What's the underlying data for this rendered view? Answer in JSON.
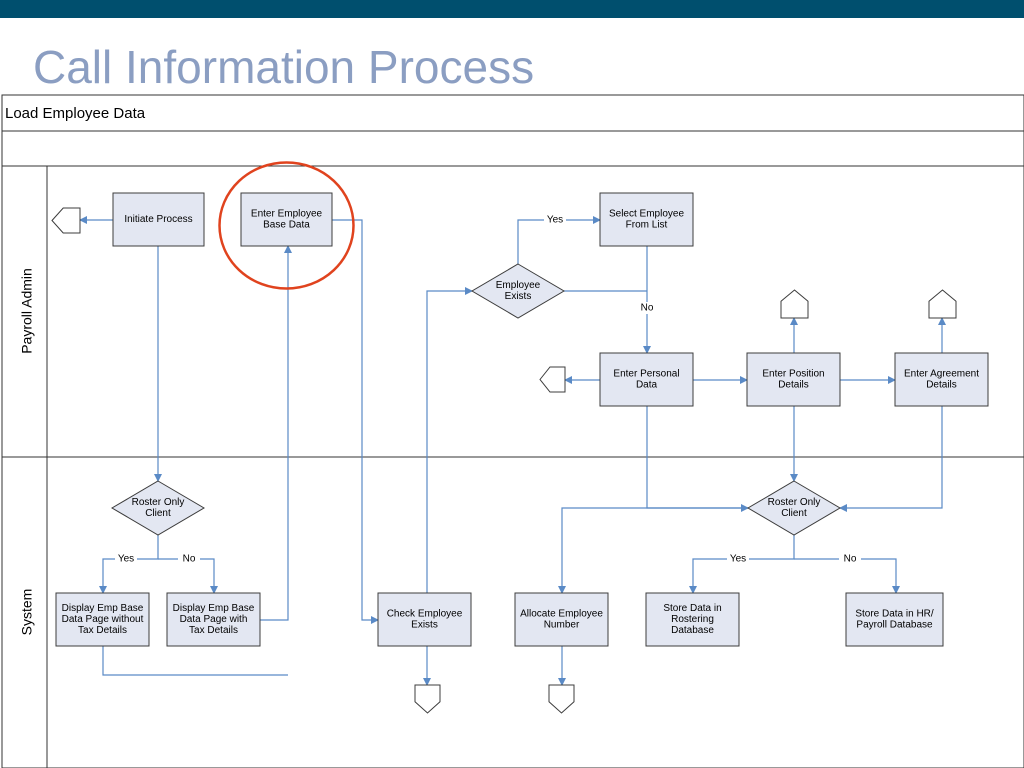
{
  "header": {
    "title": "Call Information Process"
  },
  "colors": {
    "topbar": "#004f6e",
    "title": "#8b9ec2",
    "shape_fill": "#e3e7f2",
    "shape_stroke": "#3c3c3c",
    "connector": "#5a8ac6",
    "highlight": "#e0431e",
    "frame": "#333333"
  },
  "pool": {
    "title": "Load Employee Data"
  },
  "lanes": [
    {
      "id": "payroll-admin",
      "label": "Payroll Admin"
    },
    {
      "id": "system",
      "label": "System"
    }
  ],
  "nodes": [
    {
      "id": "initiate-process",
      "type": "process",
      "lines": [
        "Initiate Process"
      ]
    },
    {
      "id": "enter-employee-base-data",
      "type": "process",
      "lines": [
        "Enter Employee",
        "Base Data"
      ],
      "highlighted": true
    },
    {
      "id": "select-employee-from-list",
      "type": "process",
      "lines": [
        "Select Employee",
        "From List"
      ]
    },
    {
      "id": "employee-exists",
      "type": "decision",
      "lines": [
        "Employee",
        "Exists"
      ]
    },
    {
      "id": "enter-personal-data",
      "type": "process",
      "lines": [
        "Enter Personal",
        "Data"
      ]
    },
    {
      "id": "enter-position-details",
      "type": "process",
      "lines": [
        "Enter Position",
        "Details"
      ]
    },
    {
      "id": "enter-agreement-details",
      "type": "process",
      "lines": [
        "Enter Agreement",
        "Details"
      ]
    },
    {
      "id": "roster-only-client-left",
      "type": "decision",
      "lines": [
        "Roster Only",
        "Client"
      ]
    },
    {
      "id": "roster-only-client-right",
      "type": "decision",
      "lines": [
        "Roster Only",
        "Client"
      ]
    },
    {
      "id": "display-without-tax",
      "type": "process",
      "lines": [
        "Display Emp Base",
        "Data Page without",
        "Tax Details"
      ]
    },
    {
      "id": "display-with-tax",
      "type": "process",
      "lines": [
        "Display Emp Base",
        "Data Page with",
        "Tax Details"
      ]
    },
    {
      "id": "check-employee-exists",
      "type": "process",
      "lines": [
        "Check Employee",
        "Exists"
      ]
    },
    {
      "id": "allocate-employee-number",
      "type": "process",
      "lines": [
        "Allocate Employee",
        "Number"
      ]
    },
    {
      "id": "store-rostering",
      "type": "process",
      "lines": [
        "Store Data in",
        "Rostering",
        "Database"
      ]
    },
    {
      "id": "store-hr-payroll",
      "type": "process",
      "lines": [
        "Store Data in HR/",
        "Payroll Database"
      ]
    },
    {
      "id": "connector-left-initiate",
      "type": "offpage-left",
      "lines": []
    },
    {
      "id": "connector-left-personal",
      "type": "offpage-left",
      "lines": []
    },
    {
      "id": "connector-up-position",
      "type": "offpage-up",
      "lines": []
    },
    {
      "id": "connector-up-agreement",
      "type": "offpage-up",
      "lines": []
    },
    {
      "id": "connector-down-check",
      "type": "offpage-down",
      "lines": []
    },
    {
      "id": "connector-down-allocate",
      "type": "offpage-down",
      "lines": []
    }
  ],
  "edges": [
    {
      "id": "e1",
      "from": "initiate-process",
      "to": "connector-left-initiate",
      "label": ""
    },
    {
      "id": "e2",
      "from": "initiate-process",
      "to": "roster-only-client-left",
      "label": ""
    },
    {
      "id": "e3",
      "from": "roster-only-client-left",
      "to": "display-without-tax",
      "label": "Yes"
    },
    {
      "id": "e4",
      "from": "roster-only-client-left",
      "to": "display-with-tax",
      "label": "No"
    },
    {
      "id": "e5",
      "from": "display-with-tax",
      "to": "enter-employee-base-data",
      "label": ""
    },
    {
      "id": "e6",
      "from": "display-without-tax",
      "to": "enter-employee-base-data",
      "label": ""
    },
    {
      "id": "e7",
      "from": "enter-employee-base-data",
      "to": "check-employee-exists",
      "label": ""
    },
    {
      "id": "e8",
      "from": "check-employee-exists",
      "to": "employee-exists",
      "label": ""
    },
    {
      "id": "e9",
      "from": "check-employee-exists",
      "to": "connector-down-check",
      "label": ""
    },
    {
      "id": "e10",
      "from": "employee-exists",
      "to": "select-employee-from-list",
      "label": "Yes"
    },
    {
      "id": "e11",
      "from": "select-employee-from-list",
      "to": "enter-personal-data",
      "label": ""
    },
    {
      "id": "e12",
      "from": "employee-exists",
      "to": "enter-personal-data",
      "label": "No"
    },
    {
      "id": "e13",
      "from": "enter-personal-data",
      "to": "connector-left-personal",
      "label": ""
    },
    {
      "id": "e14",
      "from": "enter-personal-data",
      "to": "enter-position-details",
      "label": ""
    },
    {
      "id": "e15",
      "from": "enter-position-details",
      "to": "enter-agreement-details",
      "label": ""
    },
    {
      "id": "e16",
      "from": "enter-position-details",
      "to": "connector-up-position",
      "label": ""
    },
    {
      "id": "e17",
      "from": "enter-agreement-details",
      "to": "connector-up-agreement",
      "label": ""
    },
    {
      "id": "e18",
      "from": "enter-personal-data",
      "to": "roster-only-client-right",
      "label": ""
    },
    {
      "id": "e19",
      "from": "enter-position-details",
      "to": "roster-only-client-right",
      "label": ""
    },
    {
      "id": "e20",
      "from": "enter-agreement-details",
      "to": "roster-only-client-right",
      "label": ""
    },
    {
      "id": "e21",
      "from": "roster-only-client-right",
      "to": "allocate-employee-number",
      "label": ""
    },
    {
      "id": "e22",
      "from": "roster-only-client-right",
      "to": "store-rostering",
      "label": "Yes"
    },
    {
      "id": "e23",
      "from": "roster-only-client-right",
      "to": "store-hr-payroll",
      "label": "No"
    },
    {
      "id": "e24",
      "from": "allocate-employee-number",
      "to": "connector-down-allocate",
      "label": ""
    }
  ]
}
